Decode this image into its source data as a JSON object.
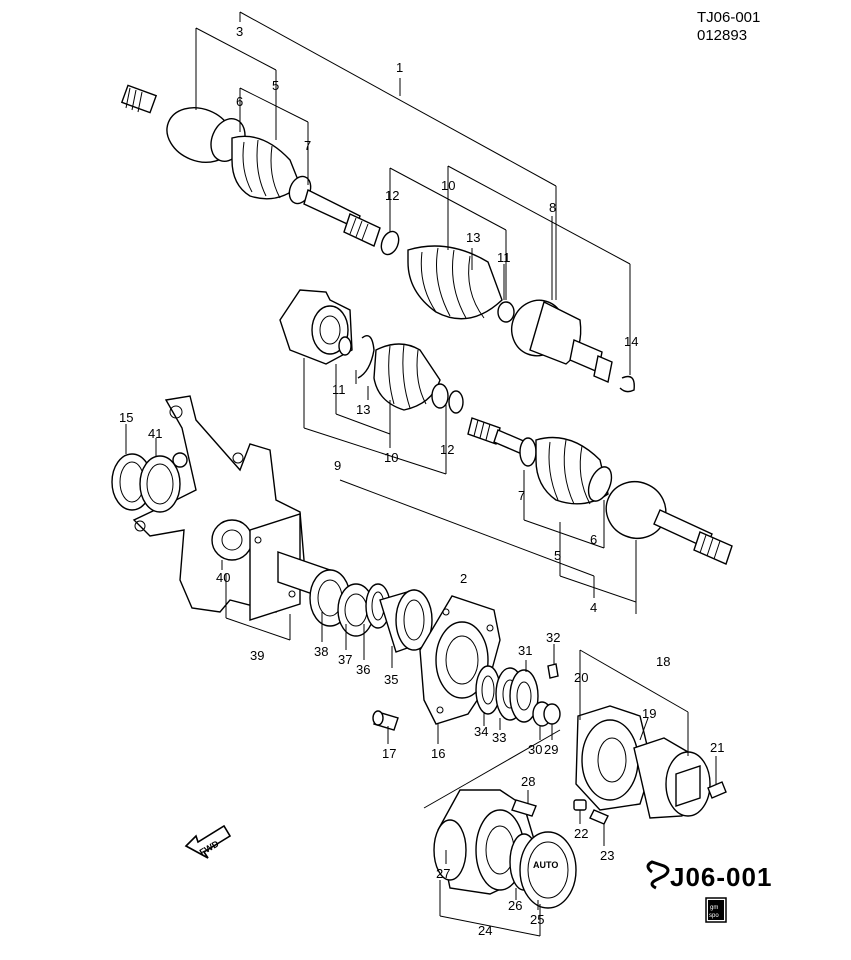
{
  "header": {
    "line1": "TJ06-001",
    "line2": "012893"
  },
  "diagram_code": "J06-001",
  "fwd_label": "FWD",
  "badge": {
    "line1": "gm",
    "line2": "spo"
  },
  "hub_cap_text": "AUTO",
  "callouts": [
    "1",
    "2",
    "3",
    "4",
    "5",
    "6",
    "7",
    "8",
    "9",
    "10",
    "11",
    "12",
    "13",
    "14",
    "15",
    "16",
    "17",
    "18",
    "19",
    "20",
    "21",
    "22",
    "23",
    "24",
    "25",
    "26",
    "27",
    "28",
    "29",
    "30",
    "31",
    "32",
    "33",
    "34",
    "35",
    "36",
    "37",
    "38",
    "39",
    "40",
    "41",
    "5",
    "6",
    "7",
    "10",
    "11",
    "12",
    "13"
  ]
}
